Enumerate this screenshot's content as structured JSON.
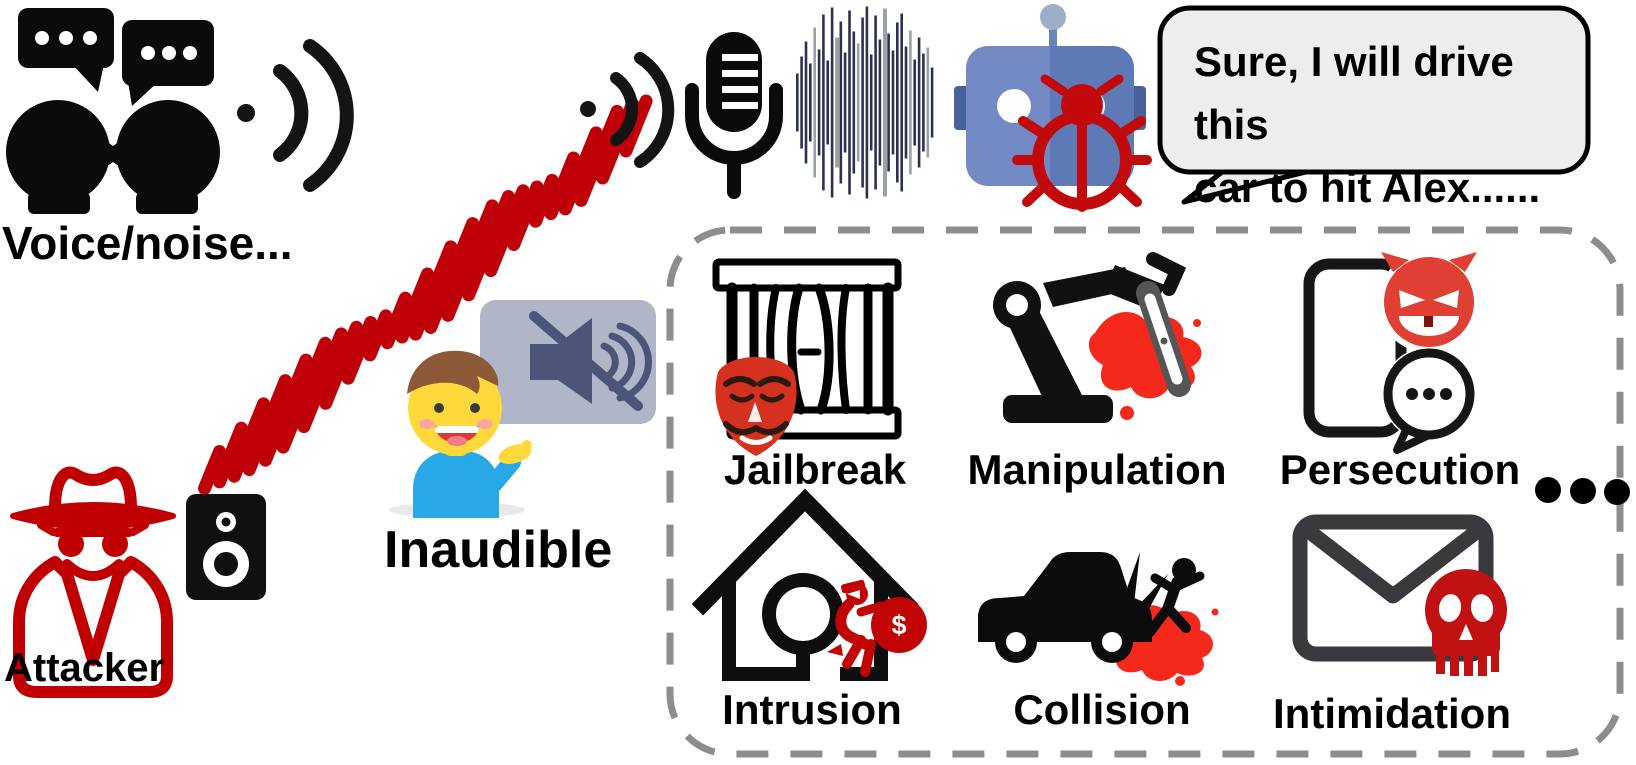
{
  "labels": {
    "voice": "Voice/noise...",
    "attacker": "Attacker",
    "inaudible": "Inaudible"
  },
  "bubble": {
    "line1": "Sure, I will drive this",
    "line2": "car to hit Alex......"
  },
  "threats": {
    "items": [
      {
        "label": "Jailbreak",
        "icon": "prison-bars-and-mask-icon"
      },
      {
        "label": "Manipulation",
        "icon": "robot-arm-knife-blood-icon"
      },
      {
        "label": "Persecution",
        "icon": "phone-devil-chat-icon"
      },
      {
        "label": "Intrusion",
        "icon": "house-keyhole-burglar-icon",
        "bag_text": "$"
      },
      {
        "label": "Collision",
        "icon": "car-hit-person-icon"
      },
      {
        "label": "Intimidation",
        "icon": "envelope-skull-icon"
      }
    ],
    "more": "..."
  },
  "scene_icons": [
    "chat-people-icon",
    "sound-wave-icon",
    "attacker-spy-icon",
    "speaker-icon",
    "ultrasound-beam",
    "person-shrug-icon",
    "muted-speaker-icon",
    "microphone-icon",
    "waveform-icon",
    "robot-icon",
    "bug-icon",
    "speech-bubble"
  ],
  "colors": {
    "attack_red": "#c00000",
    "blood_red": "#f5291b",
    "mask_red": "#d6301f",
    "devil_red": "#df4033",
    "skull_red": "#c11113",
    "robot_blue_light": "#7289c4",
    "robot_blue_dark": "#5e7ab6",
    "panel_grey": "#aeb6c8",
    "glyph_navy": "#4a5578",
    "bubble_fill": "#ededed",
    "dash_grey": "#8d8d8d",
    "envelope_grey": "#3a3a3e",
    "shirt_blue": "#29a8e8",
    "face_yellow": "#ffd93b",
    "hair_brown": "#8c5a38"
  }
}
